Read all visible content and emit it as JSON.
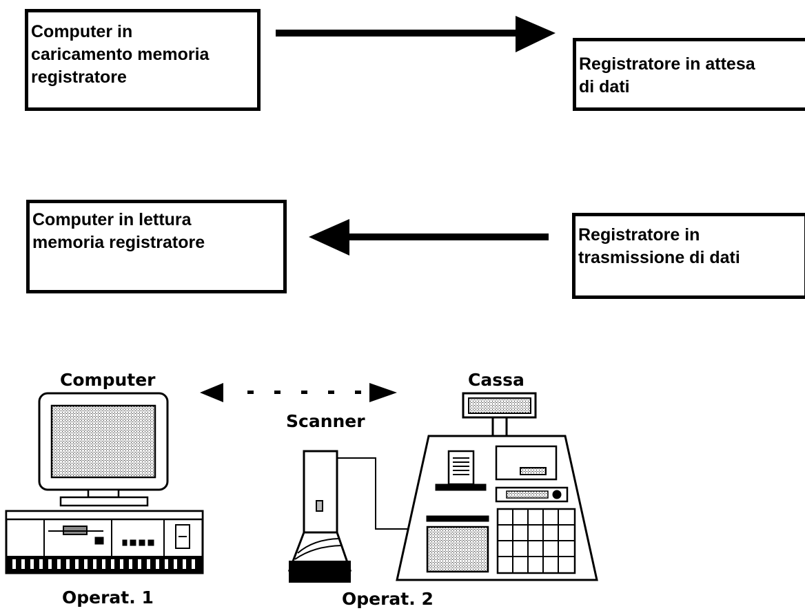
{
  "boxes": {
    "box1": "Computer in\ncaricamento memoria\nregistratore",
    "box2": "Registratore in attesa\ndi dati",
    "box3": "Computer in lettura\nmemoria registratore",
    "box4": "Registratore in\ntrasmissione di dati"
  },
  "labels": {
    "computer": "Computer",
    "cassa": "Cassa",
    "scanner": "Scanner",
    "operat1": "Operat. 1",
    "operat2": "Operat. 2"
  }
}
